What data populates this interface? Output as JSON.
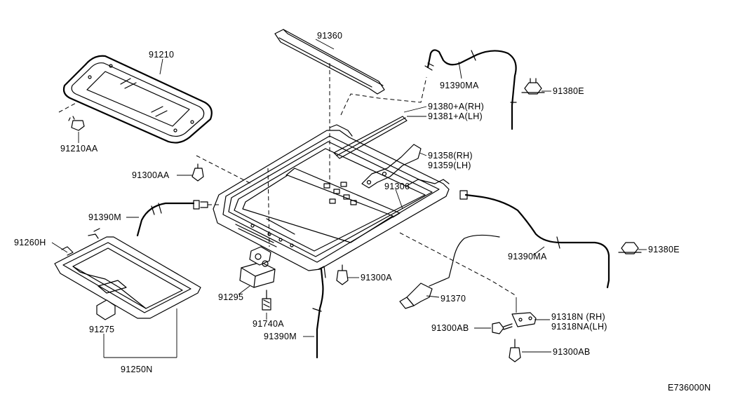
{
  "labels": {
    "p91360": "91360",
    "p91210": "91210",
    "p91210AA": "91210AA",
    "p91390MA_top": "91390MA",
    "p91380E_top": "91380E",
    "p91380A": "91380+A(RH)",
    "p91381A": "91381+A(LH)",
    "p91358": "91358(RH)",
    "p91359": "91359(LH)",
    "p91300AA": "91300AA",
    "p91306": "91306",
    "p91390M_left": "91390M",
    "p91260H": "91260H",
    "p91390MA_right": "91390MA",
    "p91380E_right": "91380E",
    "p91295": "91295",
    "p91300A": "91300A",
    "p91370": "91370",
    "p91318N": "91318N (RH)",
    "p91318NA": "91318NA(LH)",
    "p91300AB_left": "91300AB",
    "p91300AB_right": "91300AB",
    "p91275": "91275",
    "p91740A": "91740A",
    "p91390M_bottom": "91390M",
    "p91250N": "91250N",
    "diagram_code": "E736000N"
  }
}
